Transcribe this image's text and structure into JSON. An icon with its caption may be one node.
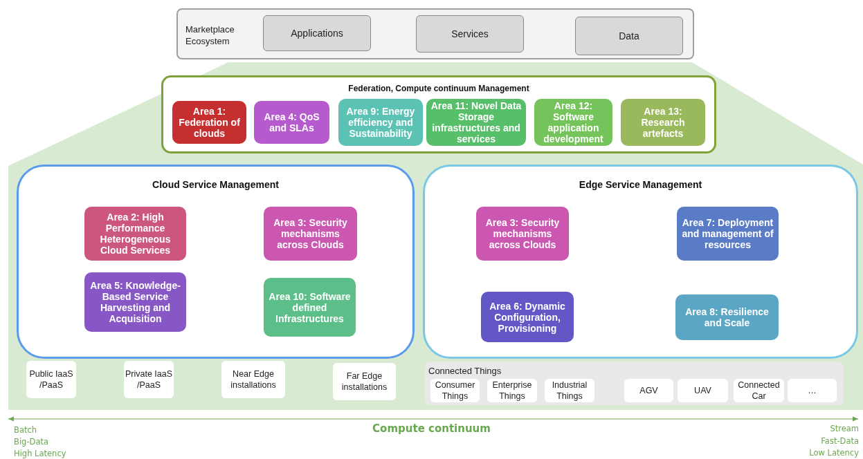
{
  "diagram": {
    "nodes": [
      {
        "text": [
          "Marketplace Ecosystem"
        ]
      },
      {
        "text": [
          "Applications"
        ],
        "in": 0
      },
      {
        "text": [
          "Services"
        ],
        "in": 0
      },
      {
        "text": [
          "Data"
        ],
        "in": 0
      },
      {
        "text": [
          "Federation, Compute continuum Management"
        ]
      },
      {
        "text": [
          "Area 1: Federation of clouds"
        ],
        "in": 4
      },
      {
        "text": [
          "Area 4: QoS and SLAs"
        ],
        "in": 4
      },
      {
        "text": [
          "Area 9: Energy efficiency and Sustainability"
        ],
        "in": 4
      },
      {
        "text": [
          "Area 11: Novel Data Storage infrastructures and services"
        ],
        "in": 4
      },
      {
        "text": [
          "Area 12: Software application development"
        ],
        "in": 4
      },
      {
        "text": [
          "Area 13: Research artefacts"
        ],
        "in": 4
      },
      {
        "text": [
          "Cloud Service Management"
        ]
      },
      {
        "text": [
          "Area 2: High Performance Heterogeneous Cloud Services"
        ],
        "in": 11
      },
      {
        "text": [
          "Area 3: Security mechanisms across Clouds"
        ],
        "in": 11
      },
      {
        "text": [
          "Area 5: Knowledge-Based Service Harvesting and Acquisition"
        ],
        "in": 11
      },
      {
        "text": [
          "Area 10: Software defined Infrastructures"
        ],
        "in": 11
      },
      {
        "text": [
          "Edge Service Management"
        ]
      },
      {
        "text": [
          "Area 3: Security mechanisms across Clouds"
        ],
        "in": 16
      },
      {
        "text": [
          "Area 7: Deployment and management of resources"
        ],
        "in": 16
      },
      {
        "text": [
          "Area 6: Dynamic Configuration, Provisioning"
        ],
        "in": 16
      },
      {
        "text": [
          "Area 8: Resilience and Scale"
        ],
        "in": 16
      },
      {
        "text": [
          "Public IaaS /PaaS"
        ]
      },
      {
        "text": [
          "Private IaaS /PaaS"
        ]
      },
      {
        "text": [
          "Near Edge installations"
        ]
      },
      {
        "text": [
          "Far Edge installations"
        ]
      },
      {
        "text": [
          "Connected Things"
        ]
      },
      {
        "text": [
          "Consumer Things"
        ],
        "in": 25
      },
      {
        "text": [
          "Enterprise Things"
        ],
        "in": 25
      },
      {
        "text": [
          "Industrial Things"
        ],
        "in": 25
      },
      {
        "text": [
          "AGV"
        ],
        "in": 25
      },
      {
        "text": [
          "UAV"
        ],
        "in": 25
      },
      {
        "text": [
          "Connected Car"
        ],
        "in": 25
      },
      {
        "text": [
          "…"
        ],
        "in": 25
      }
    ],
    "edges": [],
    "labels": [
      "Batch",
      "Big-Data",
      "High Latency",
      "Compute continuum",
      "Stream",
      "Fast-Data",
      "Low Latency"
    ]
  }
}
